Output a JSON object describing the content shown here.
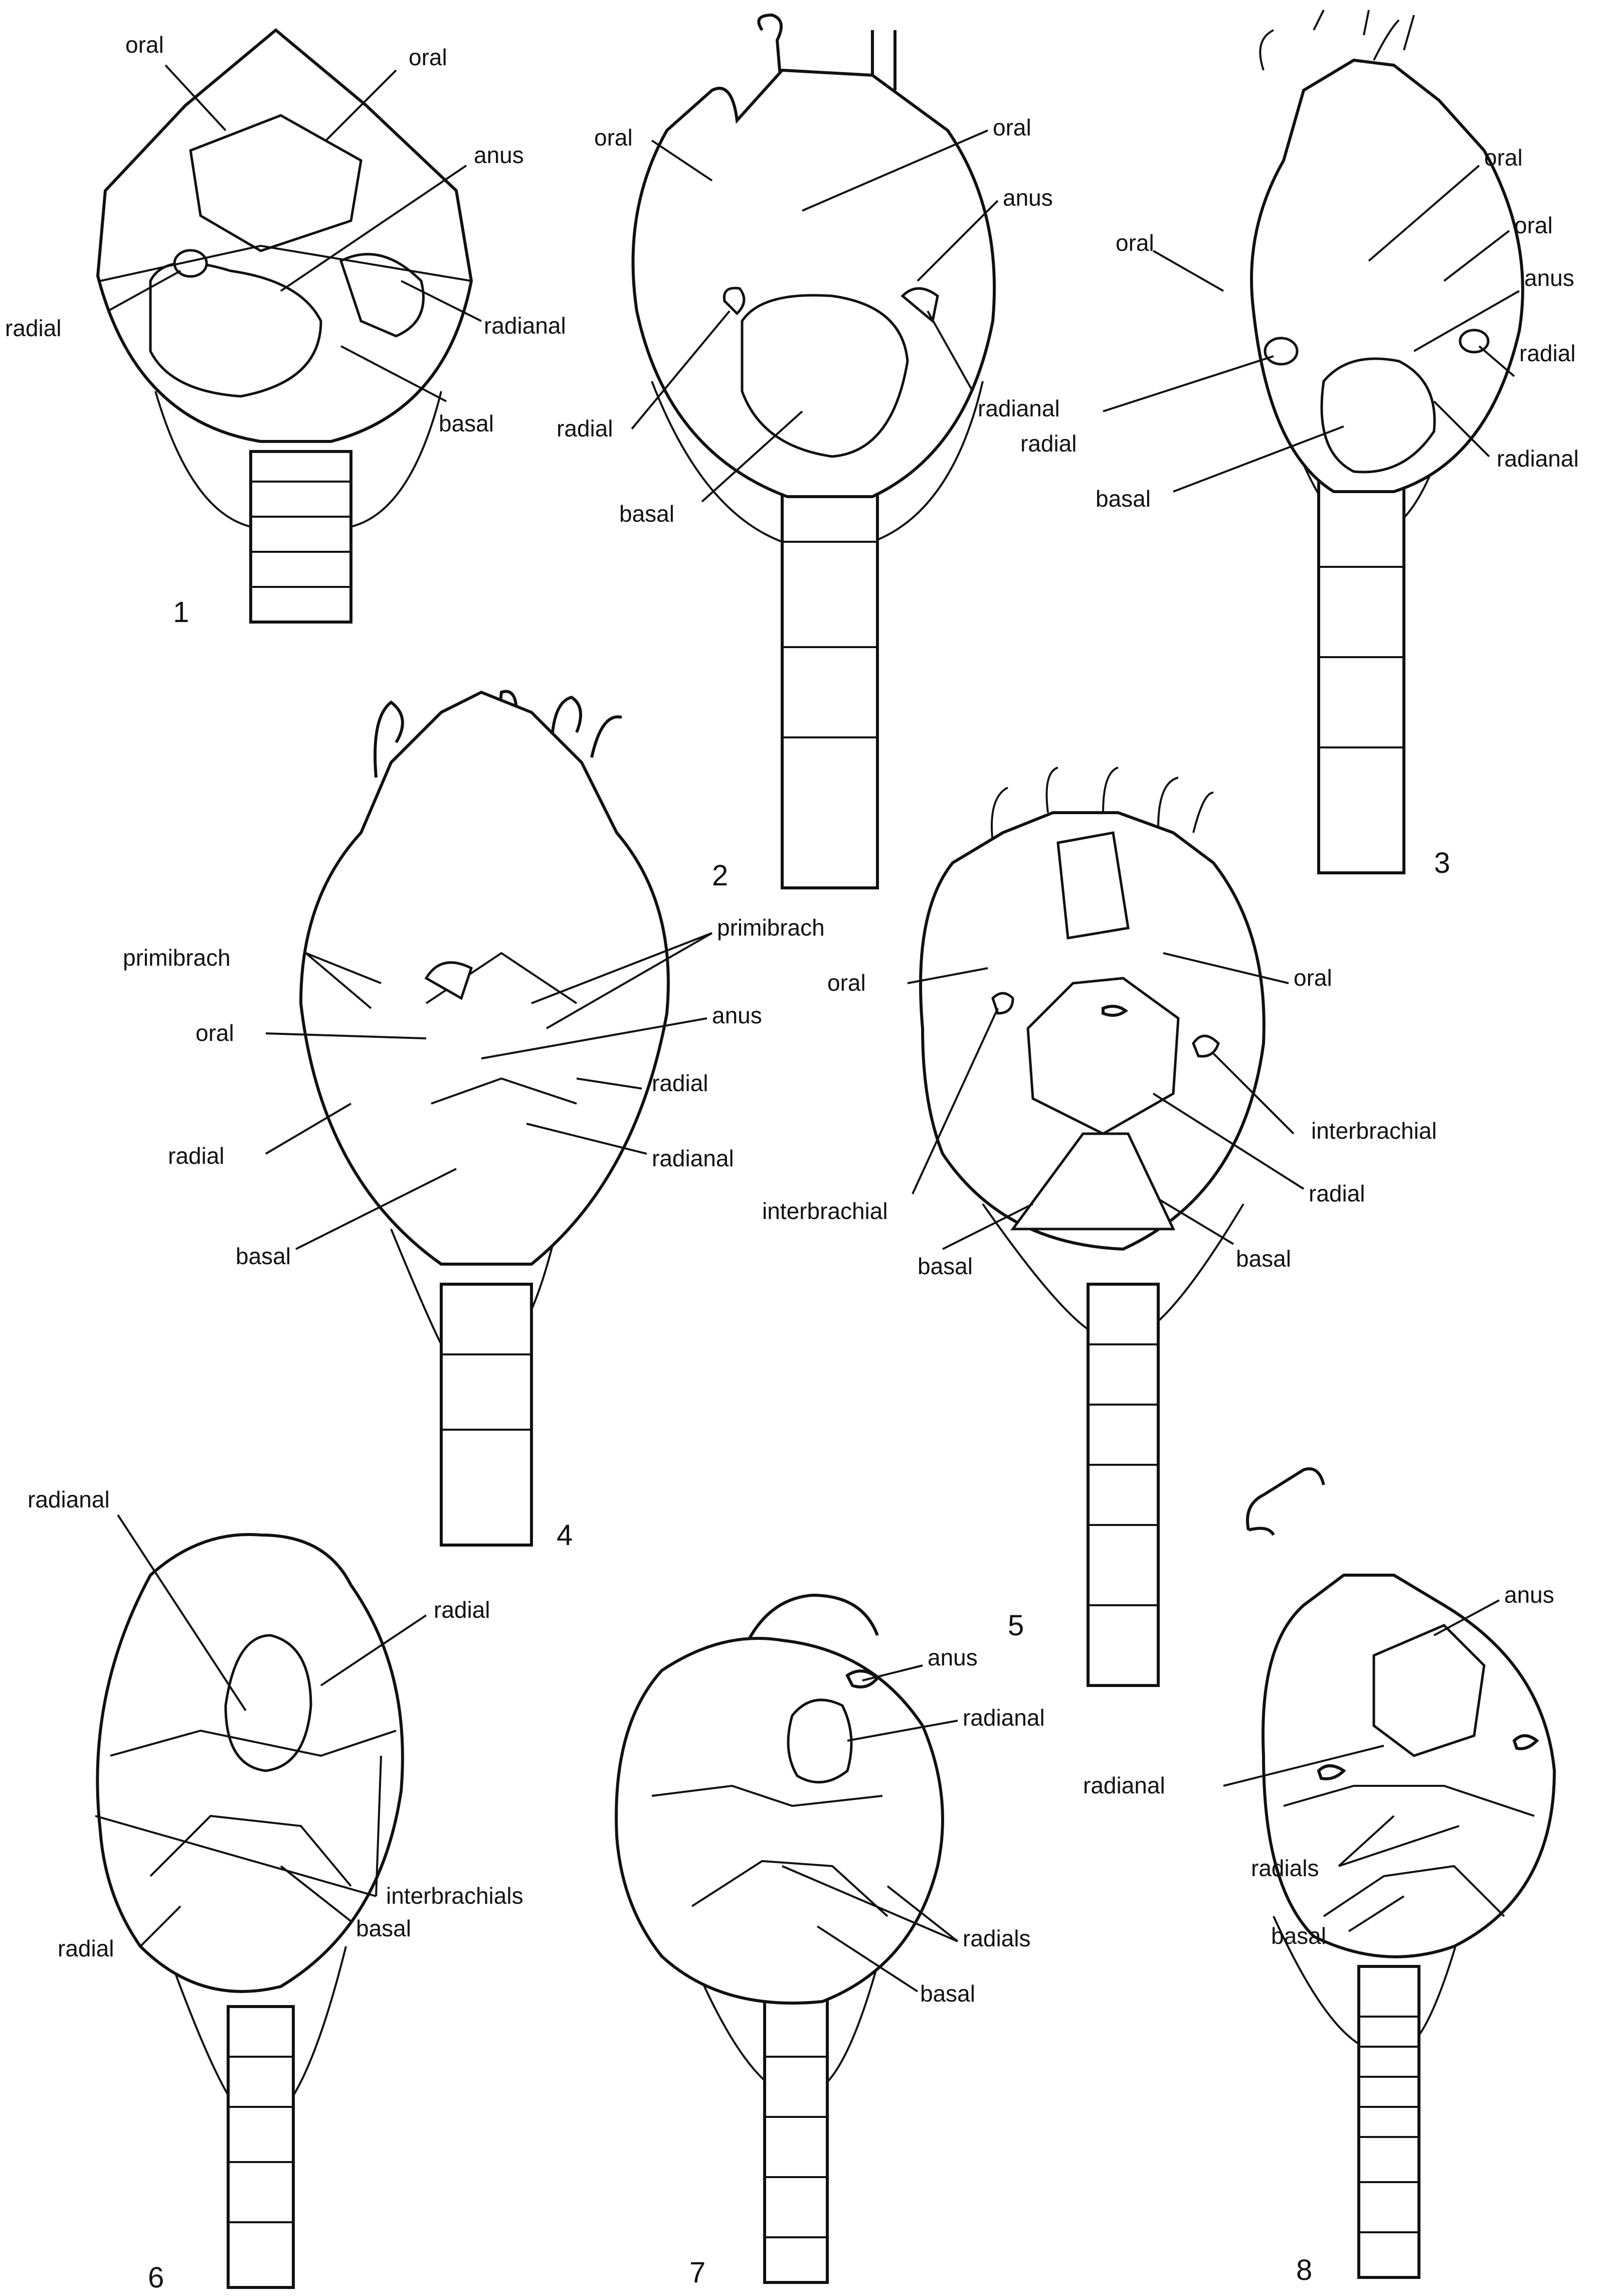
{
  "figures": [
    {
      "number": "1",
      "labels": [
        "oral",
        "oral",
        "anus",
        "radial",
        "radianal",
        "basal"
      ]
    },
    {
      "number": "2",
      "labels": [
        "oral",
        "oral",
        "anus",
        "radial",
        "radianal",
        "basal"
      ]
    },
    {
      "number": "3",
      "labels": [
        "oral",
        "oral",
        "oral",
        "anus",
        "radial",
        "radial",
        "radianal",
        "basal"
      ]
    },
    {
      "number": "4",
      "labels": [
        "primibrach",
        "primibrach",
        "oral",
        "anus",
        "radial",
        "radial",
        "radianal",
        "basal"
      ]
    },
    {
      "number": "5",
      "labels": [
        "oral",
        "oral",
        "interbrachial",
        "interbrachial",
        "radial",
        "basal",
        "basal"
      ]
    },
    {
      "number": "6",
      "labels": [
        "radianal",
        "radial",
        "interbrachials",
        "radial",
        "basal"
      ]
    },
    {
      "number": "7",
      "labels": [
        "anus",
        "radianal",
        "radials",
        "basal"
      ]
    },
    {
      "number": "8",
      "labels": [
        "anus",
        "radianal",
        "radials",
        "basal"
      ]
    }
  ],
  "icons": {
    "crinoid": "crinoid-illustration-icon"
  }
}
